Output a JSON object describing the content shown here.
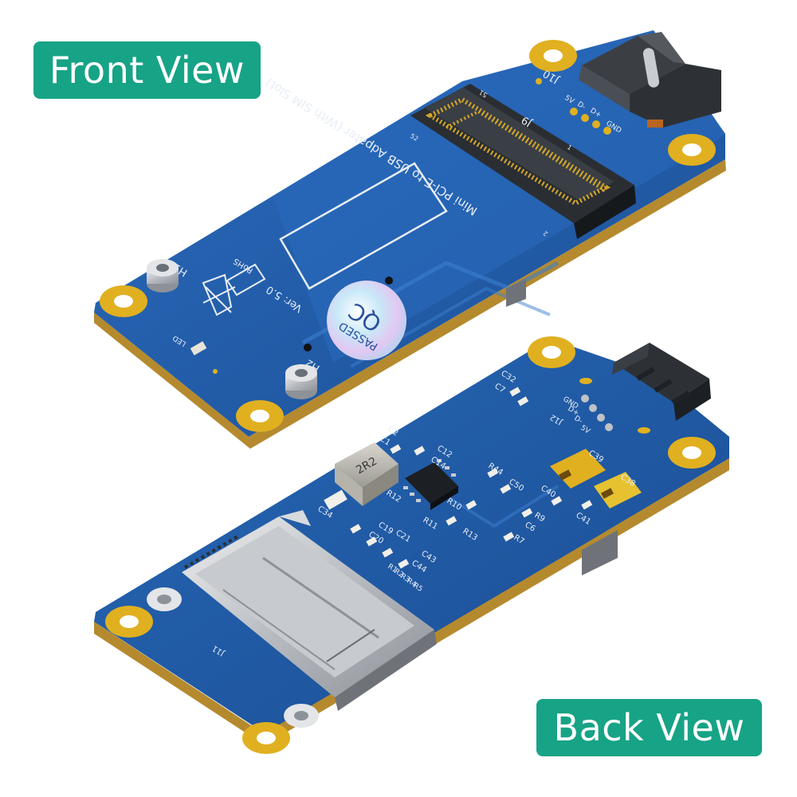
{
  "labels": {
    "front": "Front View",
    "back": "Back View"
  },
  "front_board": {
    "title_text": "Mini PCI-E to USB Adpater (With SIM Slot)",
    "version_text": "Ver: 5.0",
    "qc_text": "QC",
    "passed_text": "PASSED",
    "rohs_text": "RoHS",
    "slot_label": "J9",
    "connector_label": "J10",
    "pin_labels": [
      "5V",
      "D-",
      "D+",
      "GND"
    ],
    "hole_labels": [
      "H1",
      "H2"
    ],
    "led_label": "LED",
    "pin_numbers": [
      "52",
      "51",
      "2",
      "1"
    ]
  },
  "back_board": {
    "inductor_text": "2R2",
    "connector_label": "J12",
    "pin_labels": [
      "GND",
      "D+",
      "D-",
      "5V"
    ],
    "sim_label": "J11",
    "component_labels": [
      "C32",
      "C7",
      "C1",
      "C2",
      "C12",
      "C14",
      "C34",
      "R12",
      "C19",
      "C20",
      "C21",
      "C43",
      "C44",
      "R11",
      "R10",
      "R13",
      "R44",
      "C50",
      "R9",
      "C6",
      "R7",
      "C39",
      "C38",
      "C40",
      "C41",
      "R1",
      "R2",
      "R3",
      "R4",
      "R5"
    ]
  },
  "colors": {
    "badge": "#17a386",
    "pcb": "#1f5aa6",
    "pcb_edge": "#b58a2e",
    "gold": "#e0b020"
  }
}
